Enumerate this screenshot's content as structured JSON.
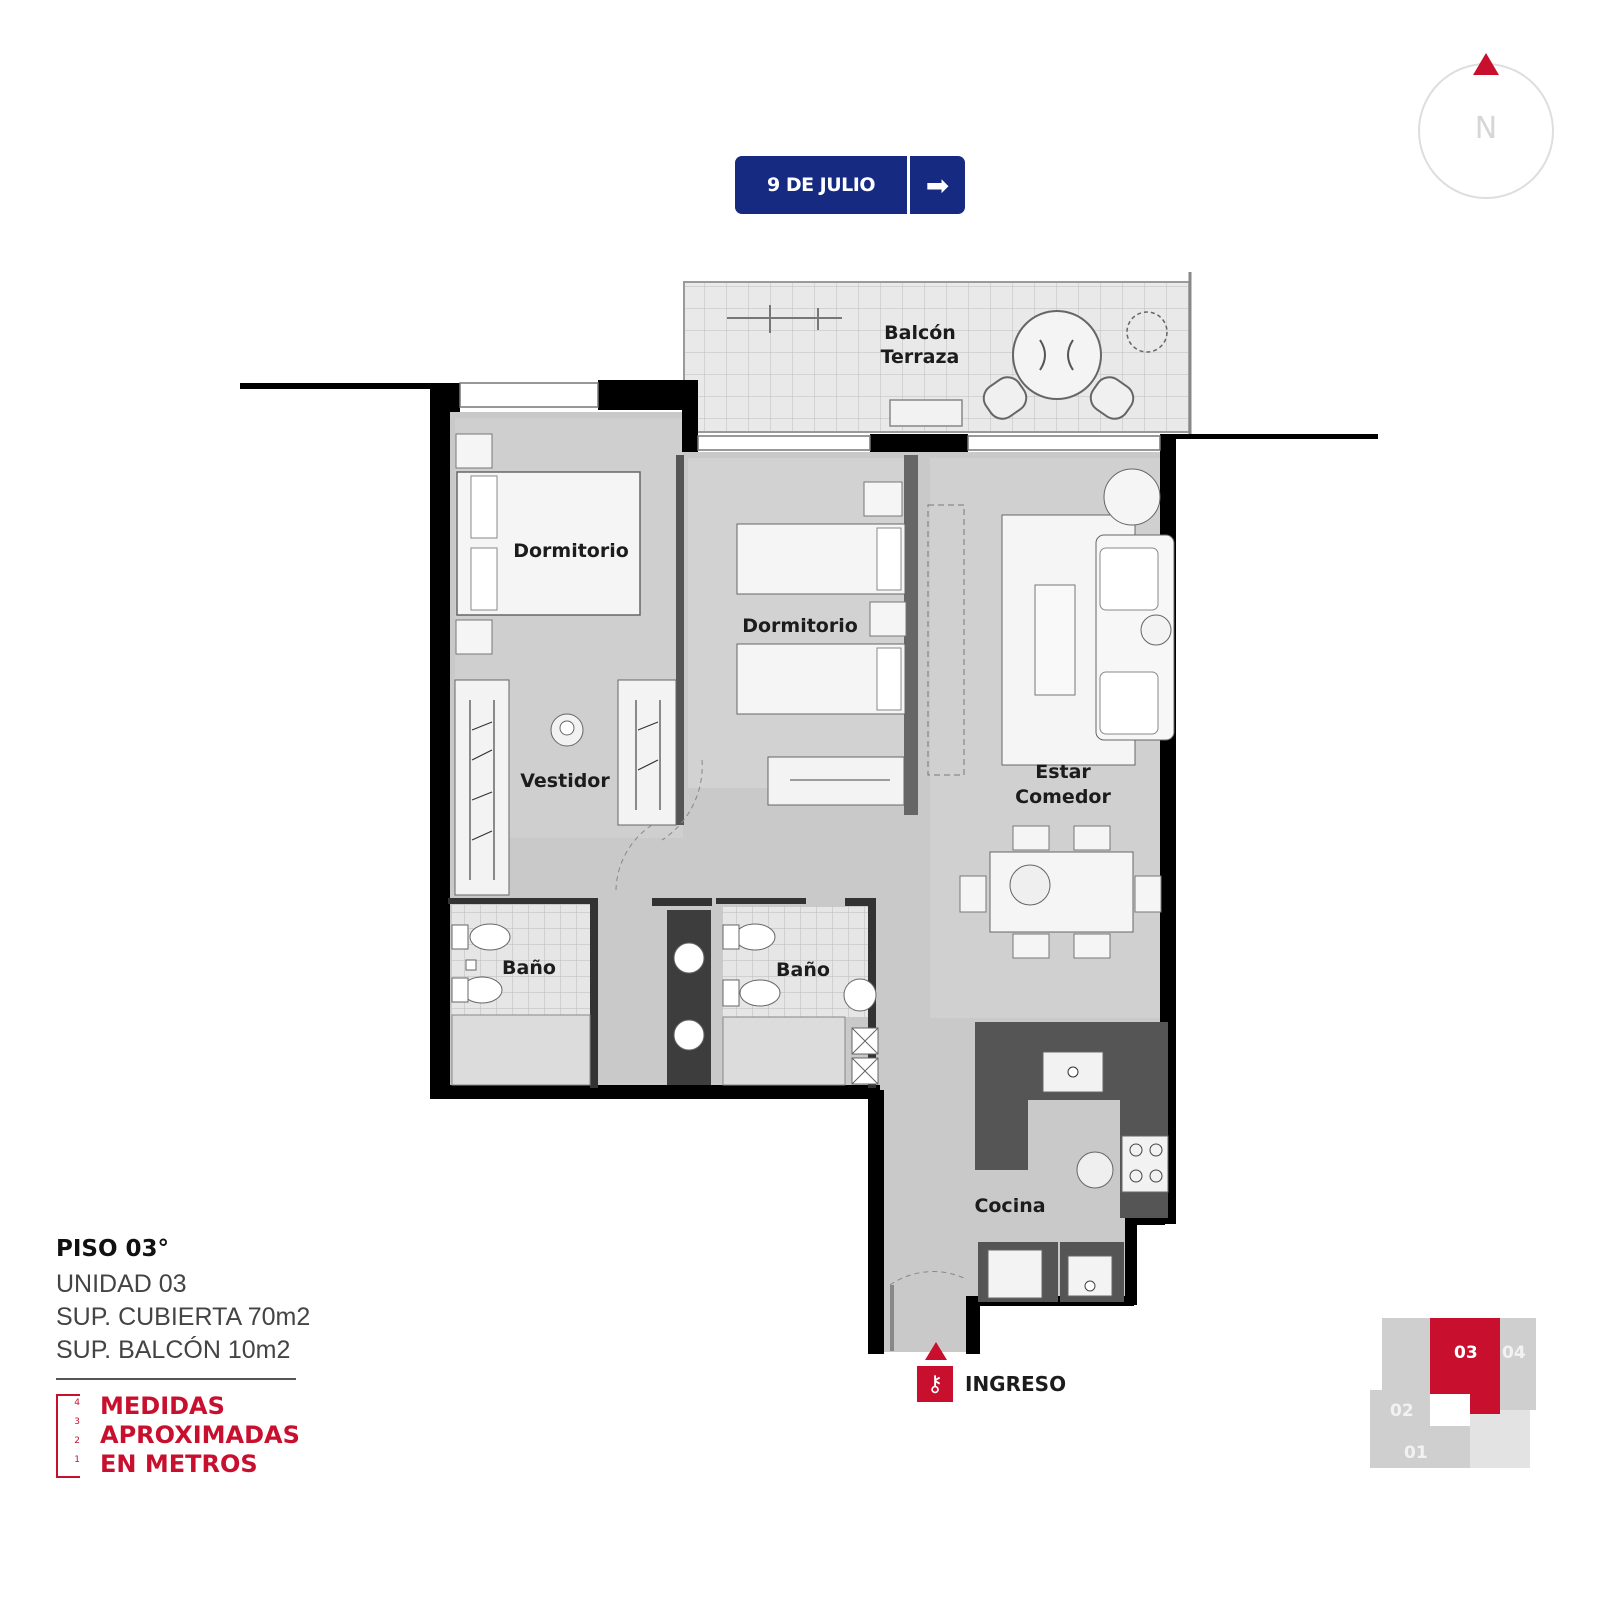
{
  "street": {
    "label": "9 DE JULIO",
    "arrow": "➡"
  },
  "compass": {
    "label": "N"
  },
  "rooms": {
    "balcony_1": "Balcón",
    "balcony_2": "Terraza",
    "bedroom_main": "Dormitorio",
    "bedroom_second": "Dormitorio",
    "dressing": "Vestidor",
    "living_1": "Estar",
    "living_2": "Comedor",
    "bath_left": "Baño",
    "bath_right": "Baño",
    "kitchen": "Cocina"
  },
  "entrance": {
    "label": "INGRESO"
  },
  "unit_info": {
    "floor": "PISO 03°",
    "unit": "UNIDAD 03",
    "covered_area": "SUP. CUBIERTA 70m2",
    "balcony_area": "SUP. BALCÓN 10m2"
  },
  "measure_note": {
    "line1": "MEDIDAS",
    "line2": "APROXIMADAS",
    "line3": "EN METROS",
    "ruler_marks": [
      "4",
      "3",
      "2",
      "1"
    ]
  },
  "keyplan": {
    "units": [
      "01",
      "02",
      "03",
      "04"
    ],
    "active": "03"
  },
  "colors": {
    "accent": "#c8102e",
    "street": "#152a80",
    "wall": "#000000",
    "floor": "#c9c9c9"
  }
}
